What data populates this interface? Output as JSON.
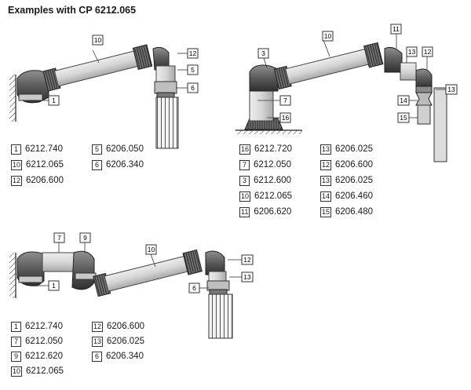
{
  "title": "Examples with CP 6212.065",
  "examples": [
    {
      "callouts": [
        "10",
        "12",
        "5",
        "6",
        "1"
      ],
      "legend": [
        [
          {
            "n": "1",
            "code": "6212.740"
          },
          {
            "n": "10",
            "code": "6212.065"
          },
          {
            "n": "12",
            "code": "6206.600"
          }
        ],
        [
          {
            "n": "5",
            "code": "6206.050"
          },
          {
            "n": "6",
            "code": "6206.340"
          }
        ]
      ]
    },
    {
      "callouts": [
        "3",
        "10",
        "11",
        "13",
        "12",
        "7",
        "16",
        "14",
        "15",
        "13"
      ],
      "legend": [
        [
          {
            "n": "16",
            "code": "6212.720"
          },
          {
            "n": "7",
            "code": "6212.050"
          },
          {
            "n": "3",
            "code": "6212.600"
          },
          {
            "n": "10",
            "code": "6212.065"
          },
          {
            "n": "11",
            "code": "6206.620"
          }
        ],
        [
          {
            "n": "13",
            "code": "6206.025"
          },
          {
            "n": "12",
            "code": "6206.600"
          },
          {
            "n": "13",
            "code": "6206.025"
          },
          {
            "n": "14",
            "code": "6206.460"
          },
          {
            "n": "15",
            "code": "6206.480"
          }
        ]
      ]
    },
    {
      "callouts": [
        "7",
        "9",
        "10",
        "12",
        "13",
        "1",
        "6"
      ],
      "legend": [
        [
          {
            "n": "1",
            "code": "6212.740"
          },
          {
            "n": "7",
            "code": "6212.050"
          },
          {
            "n": "9",
            "code": "6212.620"
          },
          {
            "n": "10",
            "code": "6212.065"
          }
        ],
        [
          {
            "n": "12",
            "code": "6206.600"
          },
          {
            "n": "13",
            "code": "6206.025"
          },
          {
            "n": "6",
            "code": "6206.340"
          }
        ]
      ]
    }
  ]
}
